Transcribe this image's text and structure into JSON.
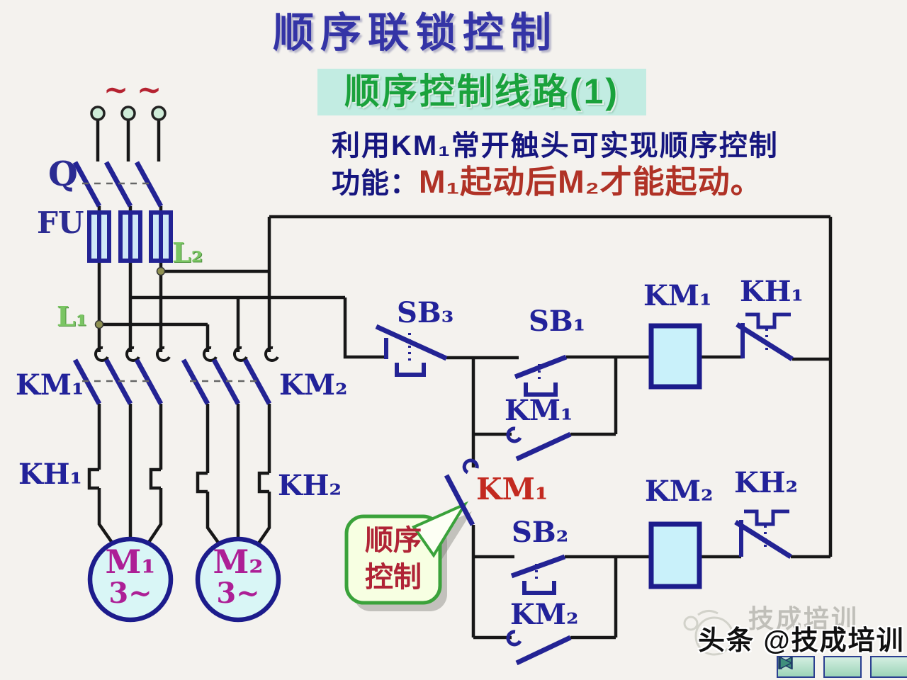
{
  "page": {
    "background": "#f4f2ee"
  },
  "title": "顺序联锁控制",
  "subtitle": "顺序控制线路(1)",
  "description": {
    "line1": "利用KM₁常开触头可实现顺序控制",
    "line2_prefix": "功能：",
    "line2_em": "M₁起动后M₂才能起动。"
  },
  "power": {
    "tilde1": "~",
    "tilde2": "~",
    "q": "Q",
    "fu": "FU",
    "l2": "L₂",
    "l1": "L₁",
    "km1": "KM₁",
    "km2": "KM₂",
    "kh1": "KH₁",
    "kh2": "KH₂",
    "m1_name": "M₁",
    "m1_type": "3~",
    "m2_name": "M₂",
    "m2_type": "3~"
  },
  "control": {
    "sb3": "SB₃",
    "sb1": "SB₁",
    "km1_selfhold": "KM₁",
    "km1_sequence": "KM₁",
    "sb2": "SB₂",
    "km2_selfhold": "KM₂",
    "km1_coil": "KM₁",
    "kh1": "KH₁",
    "km2_coil": "KM₂",
    "kh2": "KH₂"
  },
  "callout": {
    "line1": "顺序",
    "line2": "控制"
  },
  "watermark": {
    "main": "头条 @技成培训",
    "ghost": "技成培训"
  },
  "nav": {
    "buttons": [
      {
        "icon": "skip-to-start-icon"
      },
      {
        "icon": "previous-icon"
      },
      {
        "icon": "next-icon"
      }
    ]
  },
  "colors": {
    "wire": "#171717",
    "symbol_navy": "#232394",
    "coil_fill": "#c9f1fa",
    "motor_fill": "#d9f6f6",
    "terminal_fill": "#cfecd8",
    "title_blue": "#3434a6",
    "subtitle_green": "#1aa23c",
    "subtitle_bg": "#c2ece2",
    "desc_blue": "#16167f",
    "desc_red": "#b03226",
    "sequence_red": "#c32a20",
    "phase_label_green": "#7ac563",
    "motor_text_magenta": "#ad1f96",
    "callout_text": "#b02436",
    "callout_border": "#3aa23a",
    "callout_fill": "#f7ffe2",
    "nav_bg": "#b2e0c6",
    "nav_triangle": "#3f8f7c"
  }
}
